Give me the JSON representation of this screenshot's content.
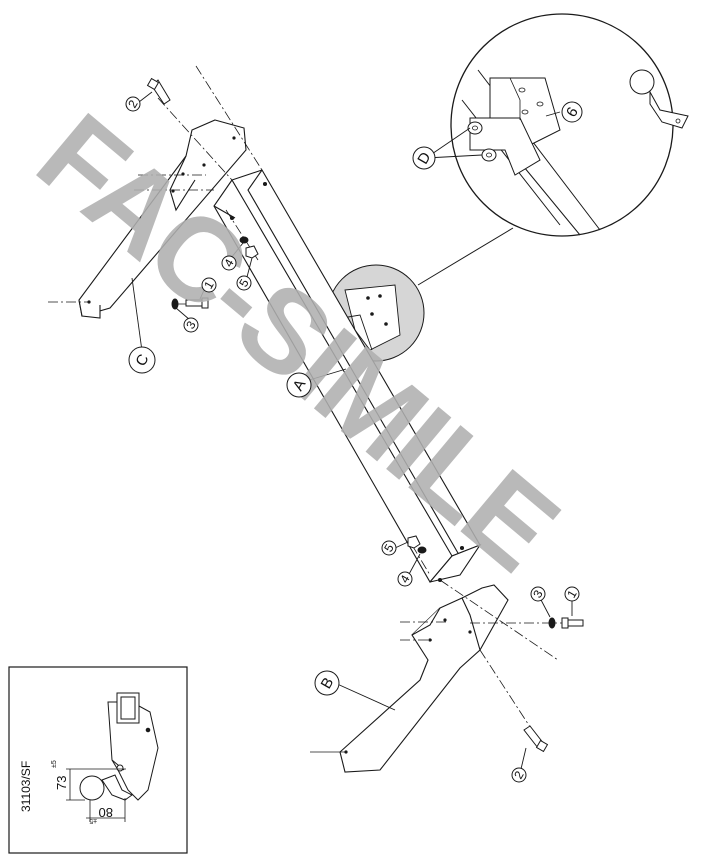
{
  "watermark": "FAC-SIMILE",
  "parts": {
    "A": "A",
    "B": "B",
    "C": "C",
    "D": "D"
  },
  "hardware_labels": {
    "bolt_1_top": "1",
    "bolt_2_top": "2",
    "washer_3_top": "3",
    "washer_4_top": "4",
    "nut_5_top": "5",
    "detail_6": "6",
    "nut_5_bottom": "5",
    "washer_4_bottom": "4",
    "washer_3_bottom": "3",
    "bolt_1_bottom": "1",
    "bolt_2_bottom": "2"
  },
  "inset": {
    "model_code": "31103/SF",
    "dimension_height": "73",
    "dimension_height_tolerance": "±5",
    "dimension_width": "80",
    "dimension_width_tolerance": "±5"
  },
  "colors": {
    "line": "#1a1a1a",
    "watermark": "#b0b0b0",
    "magnifier_fill": "#d6d6d6"
  }
}
